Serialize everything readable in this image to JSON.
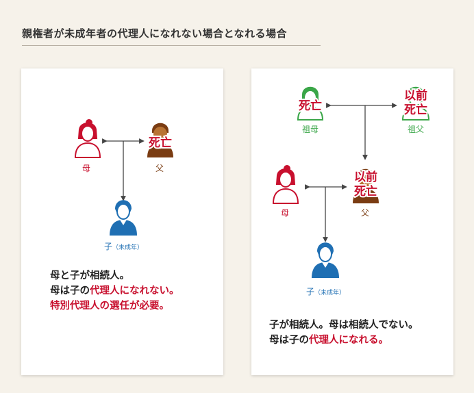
{
  "title": "親権者が未成年者の代理人になれない場合となれる場合",
  "left": {
    "mother_label": "母",
    "father_label": "父",
    "father_status": "死亡",
    "child_label": "子",
    "child_note": "（未成年）",
    "summary": {
      "line1": "母と子が相続人。",
      "line2_prefix": "母は子の",
      "line2_highlight": "代理人になれない。",
      "line3": "特別代理人の選任が必要。"
    }
  },
  "right": {
    "grandmother_label": "祖母",
    "grandmother_status": "死亡",
    "grandfather_label": "祖父",
    "grandfather_status_1": "以前",
    "grandfather_status_2": "死亡",
    "mother_label": "母",
    "father_label": "父",
    "father_status_1": "以前",
    "father_status_2": "死亡",
    "child_label": "子",
    "child_note": "（未成年）",
    "summary": {
      "line1": "子が相続人。母は相続人でない。",
      "line2_prefix": "母は子の",
      "line2_highlight": "代理人になれる。"
    }
  },
  "colors": {
    "female": "#c8102e",
    "male": "#7a3c12",
    "child": "#1f6fb3",
    "grandparent": "#3aa648",
    "death_text": "#c8102e",
    "line": "#444444"
  }
}
